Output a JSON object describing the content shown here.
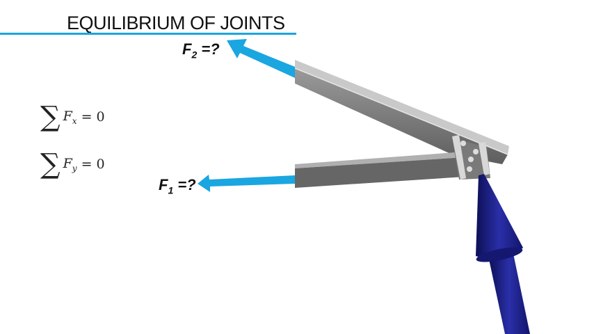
{
  "title": "EQUILIBRIUM OF JOINTS",
  "forces": {
    "f2": {
      "symbol": "F",
      "subscript": "2",
      "suffix": " =?"
    },
    "f1": {
      "symbol": "F",
      "subscript": "1",
      "suffix": " =?"
    }
  },
  "equations": [
    {
      "sigma": "∑",
      "var": "F",
      "sub": "x",
      "rhs": " = 0"
    },
    {
      "sigma": "∑",
      "var": "F",
      "sub": "y",
      "rhs": " = 0"
    }
  ],
  "colors": {
    "accent": "#1aa6e0",
    "reaction": "#1c1f8a",
    "beam": "#6b6b6b"
  }
}
